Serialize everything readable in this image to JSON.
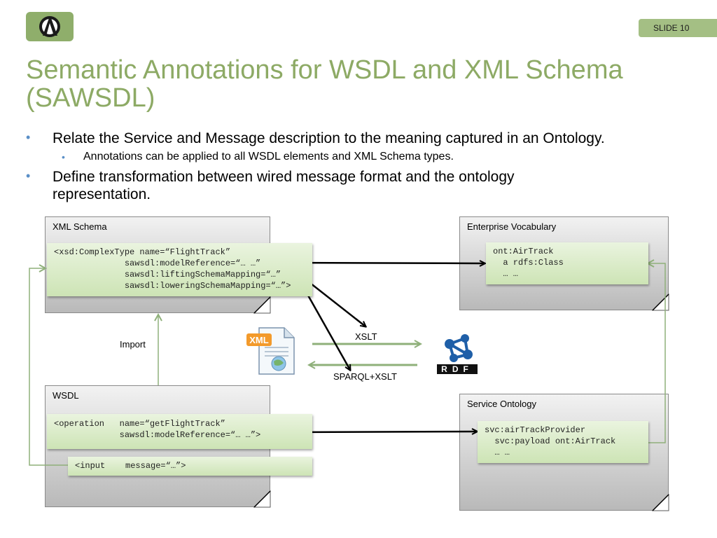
{
  "header": {
    "slide_label": "SLIDE 10",
    "title_line1": "Semantic Annotations for WSDL and XML Schema",
    "title_line2": "(SAWSDL)"
  },
  "bullets": [
    "Relate the Service and Message description to the meaning captured in an Ontology.",
    "Annotations can be applied to all WSDL elements and XML Schema types.",
    "Define transformation between wired message format and the ontology representation."
  ],
  "diagram": {
    "xml_schema": {
      "label": "XML Schema",
      "code": "<xsd:ComplexType name=“FlightTrack”\n              sawsdl:modelReference=“… …”\n              sawsdl:liftingSchemaMapping=“…”\n              sawsdl:loweringSchemaMapping=“…”>"
    },
    "enterprise_vocabulary": {
      "label": "Enterprise Vocabulary",
      "code": "ont:AirTrack\n  a rdfs:Class\n  … …"
    },
    "wsdl": {
      "label": "WSDL",
      "operation_code": "<operation   name=“getFlightTrack”\n             sawsdl:modelReference=“… …”>",
      "input_code": "<input    message=“…”>"
    },
    "service_ontology": {
      "label": "Service Ontology",
      "code": "svc:airTrackProvider\n  svc:payload ont:AirTrack\n  … …"
    },
    "import_label": "Import",
    "xslt_label": "XSLT",
    "sparql_label": "SPARQL+XSLT",
    "xml_icon_text": "XML",
    "rdf_icon_text": "RDF",
    "colors": {
      "title_green": "#8daa65",
      "arrow_green": "#8fb07a",
      "bullet_blue": "#5a8fc7"
    }
  }
}
